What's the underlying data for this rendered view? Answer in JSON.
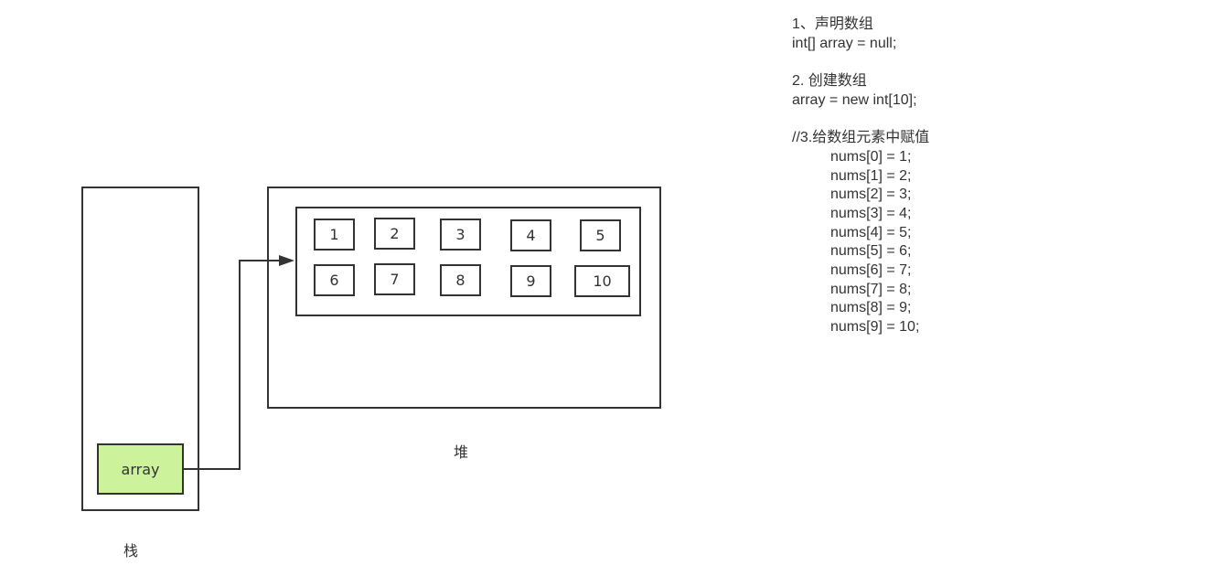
{
  "stack": {
    "label": "栈",
    "variable": "array",
    "variable_color": "#ccf29c"
  },
  "heap": {
    "label": "堆",
    "elements": [
      "1",
      "2",
      "3",
      "4",
      "5",
      "6",
      "7",
      "8",
      "9",
      "10"
    ]
  },
  "code": {
    "step1_title": "1、声明数组",
    "step1_code": "int[] array = null;",
    "step2_title": "2. 创建数组",
    "step2_code": "array = new int[10];",
    "step3_title": "//3.给数组元素中赋值",
    "assignments": [
      "nums[0] = 1;",
      "nums[1] = 2;",
      "nums[2] = 3;",
      "nums[3] = 4;",
      "nums[4] = 5;",
      "nums[5] = 6;",
      "nums[6] = 7;",
      "nums[7] = 8;",
      "nums[8] = 9;",
      "nums[9] = 10;"
    ]
  }
}
